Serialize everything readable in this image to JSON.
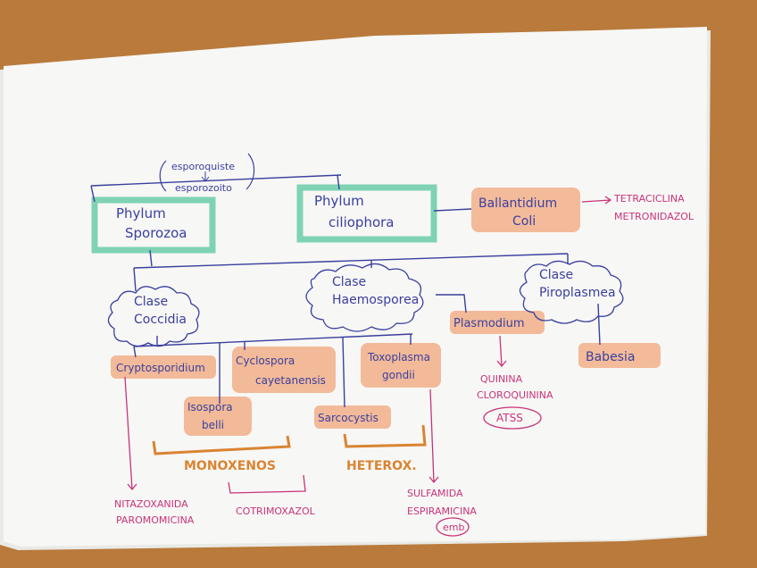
{
  "colors": {
    "blue_ink": "#3a3f9e",
    "pink_ink": "#c8337a",
    "orange_ink": "#d98432",
    "highlight_orange": "#f2b08a",
    "highlight_green": "#7fd3b4",
    "paper": "#f7f7f5",
    "board": "#b97a3c"
  },
  "nodes": {
    "esporoquiste": "esporoquiste",
    "esporozoito": "esporozoito",
    "phylum_sporozoa": [
      "Phylum",
      "Sporozoa"
    ],
    "phylum_ciliophora": [
      "Phylum",
      "ciliophora"
    ],
    "ballantidium_coli": [
      "Ballantidium",
      "Coli"
    ],
    "tetraciclina": "TETRACICLINA",
    "metronidazol": "METRONIDAZOL",
    "clase_coccidia": [
      "Clase",
      "Coccidia"
    ],
    "clase_haemosporea": [
      "Clase",
      "Haemosporea"
    ],
    "clase_piroplasmea": [
      "Clase",
      "Piroplasmea"
    ],
    "cryptosporidium": "Cryptosporidium",
    "cyclospora": [
      "Cyclospora",
      "cayetanensis"
    ],
    "isospora": [
      "Isospora",
      "belli"
    ],
    "toxoplasma": [
      "Toxoplasma",
      "gondii"
    ],
    "sarcocystis": "Sarcocystis",
    "plasmodium": "Plasmodium",
    "babesia": "Babesia",
    "monoxenos": "MONOXENOS",
    "heterox": "HETEROX.",
    "quinina": "QUININA",
    "cloroquinina": "CLOROQUININA",
    "atss": "ATSS",
    "nitazoxanida": "NITAZOXANIDA",
    "paromomicina": "PAROMOMICINA",
    "cotrimoxazol": "COTRIMOXAZOL",
    "sulfamida": "SULFAMIDA",
    "espiramicina": "ESPIRAMICINA",
    "emb": "emb"
  }
}
